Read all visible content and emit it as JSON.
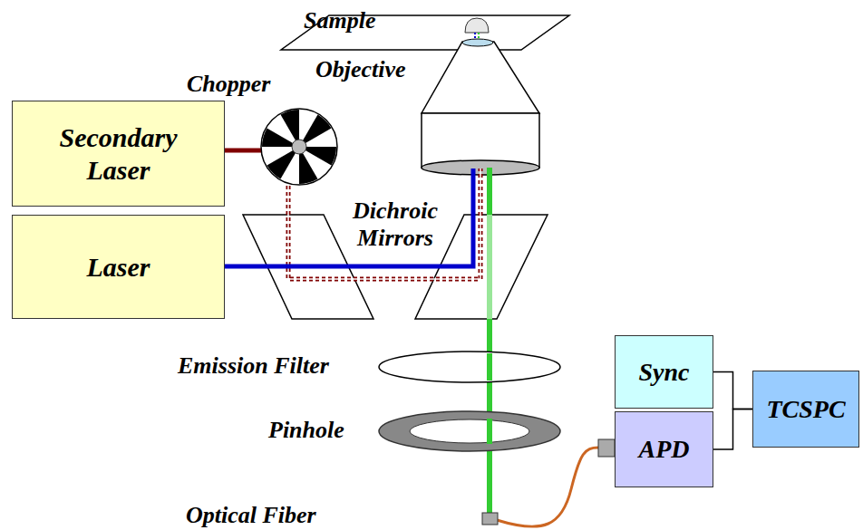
{
  "diagram": {
    "nodes": [
      {
        "text": [
          "Secondary Laser"
        ]
      },
      {
        "text": [
          "Laser"
        ]
      },
      {
        "text": [
          "Sync"
        ]
      },
      {
        "text": [
          "APD"
        ]
      },
      {
        "text": [
          "TCSPC"
        ]
      }
    ],
    "edges": [
      {
        "from": 2,
        "to": 4,
        "arrow": "none"
      },
      {
        "from": 3,
        "to": 4,
        "arrow": "none"
      }
    ],
    "labels": [
      "Sample",
      "Chopper",
      "Objective",
      "Dichroic Mirrors",
      "Emission Filter",
      "Pinhole",
      "Optical Fiber"
    ]
  }
}
